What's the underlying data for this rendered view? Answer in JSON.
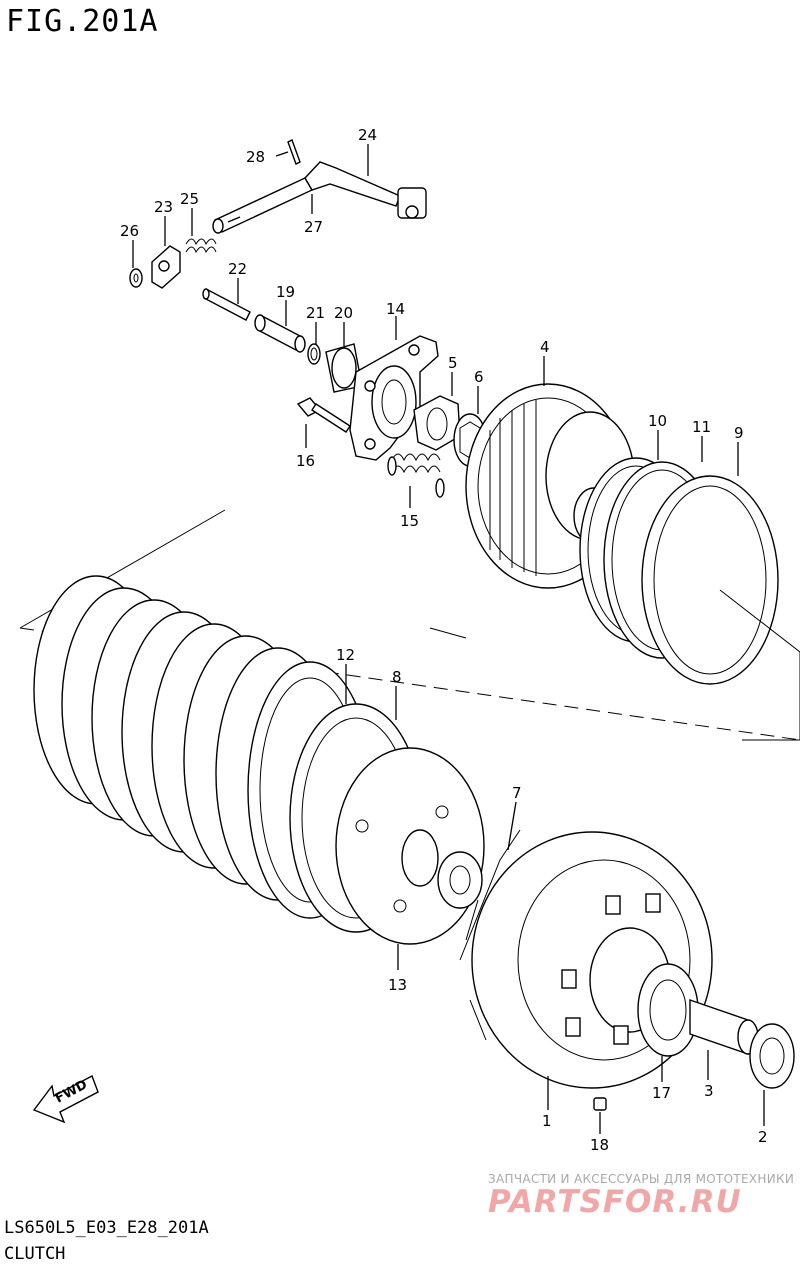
{
  "figure": {
    "title": "FIG.201A",
    "model_code": "LS650L5_E03_E28_201A",
    "name": "CLUTCH"
  },
  "fwd_label": "FWD",
  "watermark": {
    "tagline": "ЗАПЧАСТИ И АКСЕССУАРЫ ДЛЯ МОТОТЕХНИКИ",
    "logo": "PARTSFOR.RU"
  },
  "callouts": [
    "28",
    "24",
    "27",
    "25",
    "23",
    "26",
    "22",
    "19",
    "21",
    "20",
    "14",
    "5",
    "6",
    "4",
    "16",
    "15",
    "10",
    "11",
    "9",
    "12",
    "8",
    "7",
    "13",
    "1",
    "17",
    "3",
    "2",
    "18"
  ]
}
